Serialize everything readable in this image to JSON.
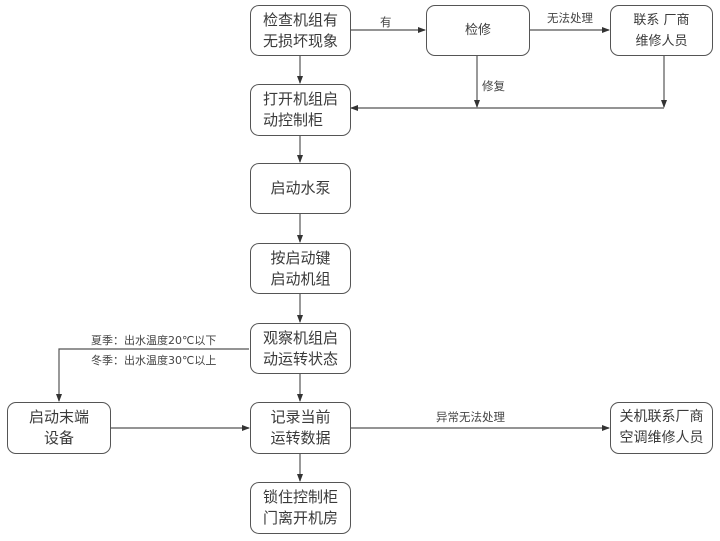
{
  "diagram": {
    "type": "flowchart",
    "nodes": {
      "inspect": {
        "line1": "检查机组有",
        "line2": "无损坏现象"
      },
      "repair": {
        "line1": "检修"
      },
      "contact_vendor": {
        "line1": "联系 厂商",
        "line2": "维修人员"
      },
      "open_cabinet": {
        "line1": "打开机组启",
        "line2": "动控制柜"
      },
      "start_pump": {
        "line1": "启动水泵"
      },
      "press_start": {
        "line1": "按启动键",
        "line2": "启动机组"
      },
      "observe": {
        "line1": "观察机组启",
        "line2": "动运转状态"
      },
      "start_terminal": {
        "line1": "启动末端",
        "line2": "设备"
      },
      "record": {
        "line1": "记录当前",
        "line2": "运转数据"
      },
      "shutdown_contact": {
        "line1": "关机联系厂商",
        "line2": "空调维修人员"
      },
      "lock_leave": {
        "line1": "锁住控制柜",
        "line2": "门离开机房"
      }
    },
    "edge_labels": {
      "inspect_to_repair": "有",
      "repair_to_vendor": "无法处理",
      "repair_fixed": "修复",
      "summer_condition": "夏季：出水温度20℃以下",
      "winter_condition": "冬季：出水温度30℃以上",
      "abnormal": "异常无法处理"
    },
    "edges": [
      {
        "from": "inspect",
        "to": "repair",
        "label": "有"
      },
      {
        "from": "inspect",
        "to": "open_cabinet"
      },
      {
        "from": "repair",
        "to": "contact_vendor",
        "label": "无法处理"
      },
      {
        "from": "repair",
        "to": "open_cabinet",
        "label": "修复"
      },
      {
        "from": "contact_vendor",
        "to": "open_cabinet"
      },
      {
        "from": "open_cabinet",
        "to": "start_pump"
      },
      {
        "from": "start_pump",
        "to": "press_start"
      },
      {
        "from": "press_start",
        "to": "observe"
      },
      {
        "from": "observe",
        "to": "start_terminal",
        "label": "夏季：出水温度20℃以下 / 冬季：出水温度30℃以上"
      },
      {
        "from": "observe",
        "to": "record"
      },
      {
        "from": "start_terminal",
        "to": "record"
      },
      {
        "from": "record",
        "to": "shutdown_contact",
        "label": "异常无法处理"
      },
      {
        "from": "record",
        "to": "lock_leave"
      }
    ]
  }
}
